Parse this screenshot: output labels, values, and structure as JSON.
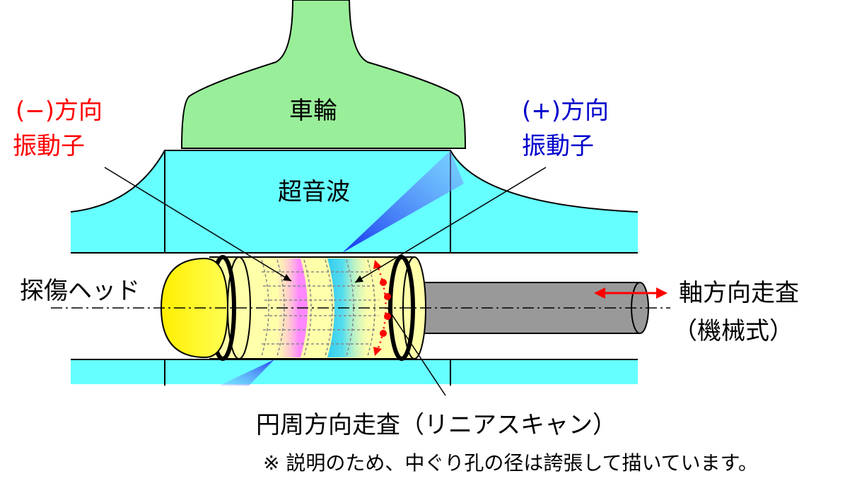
{
  "labels": {
    "wheel": "車輪",
    "ultrasound": "超音波",
    "neg_direction_line1": "(−)方向",
    "neg_direction_line2": "振動子",
    "pos_direction_line1": "(+)方向",
    "pos_direction_line2": "振動子",
    "probe_head": "探傷ヘッド",
    "axial_scan_line1": "軸方向走査",
    "axial_scan_line2": "（機械式）",
    "circumferential_scan": "円周方向走査（リニアスキャン）",
    "note": "※ 説明のため、中ぐり孔の径は誇張して描いています。"
  },
  "colors": {
    "wheel": "#99ee99",
    "axle": "#66ffff",
    "probe_body": "#ffffaa",
    "probe_cap": "#ffee00",
    "rod": "#999999",
    "beam": "#2244ee",
    "neg_element": "#ff88ff",
    "pos_element": "#33ccee",
    "scan_arrow": "#ff0000",
    "neg_text": "#ff0000",
    "pos_text": "#0000cc"
  }
}
